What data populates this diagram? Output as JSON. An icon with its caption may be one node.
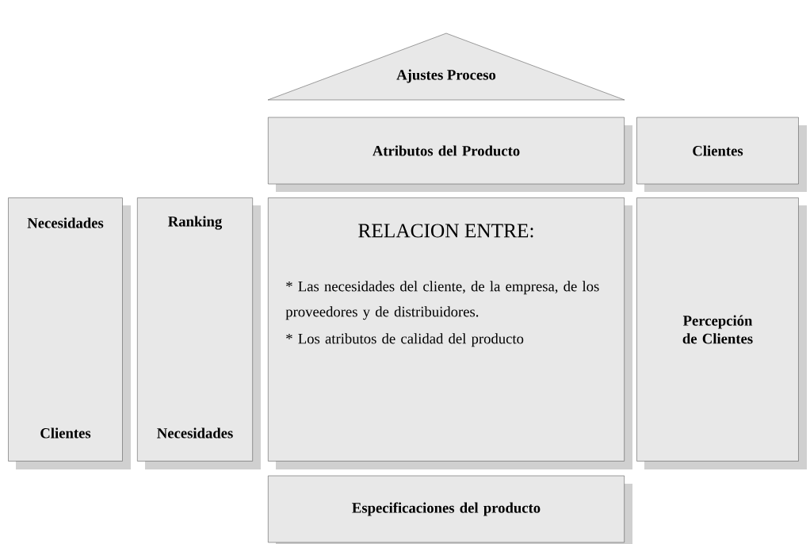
{
  "diagram": {
    "nodes": [
      {
        "text": [
          "Ajustes Proceso"
        ]
      },
      {
        "text": [
          "Atributos del Producto"
        ]
      },
      {
        "text": [
          "Clientes"
        ]
      },
      {
        "text": [
          "Necesidades",
          "Clientes"
        ]
      },
      {
        "text": [
          "Ranking",
          "Necesidades"
        ]
      },
      {
        "text": [
          "RELACION ENTRE:",
          "* Las necesidades del cliente, de la empresa, de los proveedores y de distribuidores.",
          "* Los atributos de calidad del producto"
        ]
      },
      {
        "text": [
          "Percepción de Clientes"
        ]
      },
      {
        "text": [
          "Especificaciones del producto"
        ]
      }
    ]
  }
}
